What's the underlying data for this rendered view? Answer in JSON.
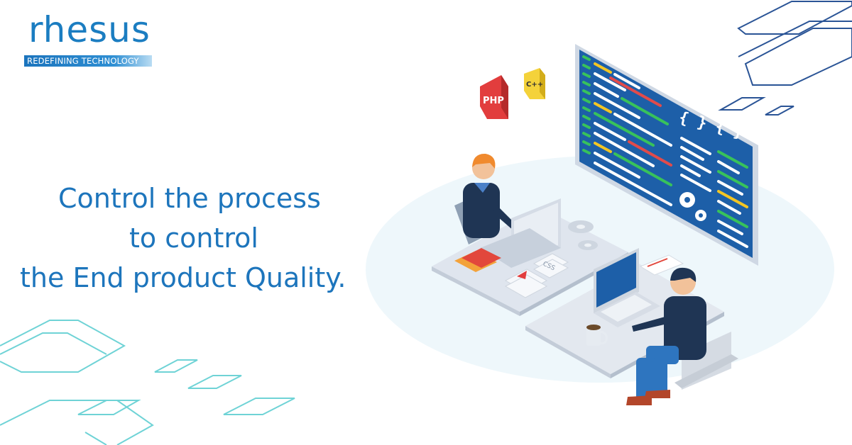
{
  "brand": {
    "name": "rhesus",
    "tagline": "REDEFINING TECHNOLOGY"
  },
  "headline": {
    "lines": [
      "Control the process",
      "to control",
      "the End product Quality."
    ]
  },
  "illustration": {
    "badge_php": "PHP",
    "badge_cpp": "C++",
    "code_braces": "{ } { }",
    "css_file": "CSS"
  },
  "colors": {
    "brand_blue": "#1d75bc",
    "teal_lines": "#6fd3d6",
    "navy_lines": "#1f4a8a",
    "screen_blue": "#1d5fa8"
  }
}
